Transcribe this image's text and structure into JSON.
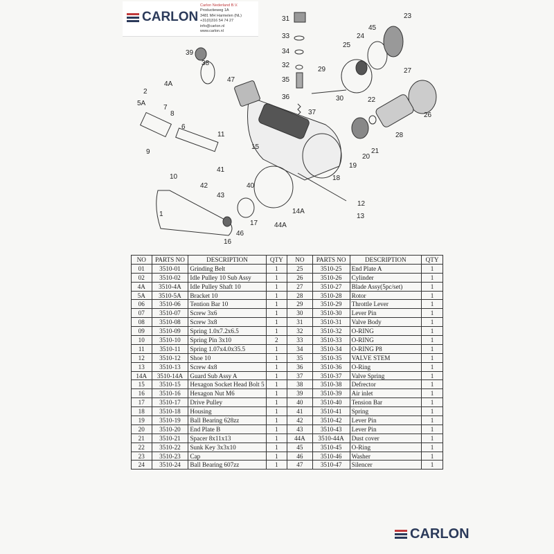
{
  "header": {
    "brand": "CARLON",
    "company": "Carlon Nederland B.V.",
    "address_lines": [
      "Productieweg 1A",
      "3481 MH Harmelen (NL)",
      "+31(0)316 54 74 27",
      "info@carlon.nl",
      "www.carlon.nl"
    ]
  },
  "diagram": {
    "callouts": [
      "31",
      "33",
      "34",
      "32",
      "35",
      "36",
      "37",
      "23",
      "24",
      "45",
      "25",
      "29",
      "27",
      "30",
      "22",
      "26",
      "28",
      "21",
      "20",
      "19",
      "18",
      "39",
      "38",
      "47",
      "2",
      "4A",
      "5A",
      "7",
      "8",
      "6",
      "9",
      "11",
      "15",
      "10",
      "41",
      "42",
      "40",
      "43",
      "1",
      "14A",
      "12",
      "13",
      "44A",
      "17",
      "46",
      "16"
    ]
  },
  "table": {
    "columns": [
      "NO",
      "PARTS NO",
      "DESCRIPTION",
      "QTY"
    ],
    "left": [
      [
        "01",
        "3510-01",
        "Grinding Belt",
        "1"
      ],
      [
        "02",
        "3510-02",
        "Idle Pulley 10 Sub Assy",
        "1"
      ],
      [
        "4A",
        "3510-4A",
        "Idle Pulley Shaft 10",
        "1"
      ],
      [
        "5A",
        "3510-5A",
        "Bracket 10",
        "1"
      ],
      [
        "06",
        "3510-06",
        "Tention Bar 10",
        "1"
      ],
      [
        "07",
        "3510-07",
        "Screw 3x6",
        "1"
      ],
      [
        "08",
        "3510-08",
        "Screw 3x8",
        "1"
      ],
      [
        "09",
        "3510-09",
        "Spring 1.0x7.2x6.5",
        "1"
      ],
      [
        "10",
        "3510-10",
        "Spring Pin 3x10",
        "2"
      ],
      [
        "11",
        "3510-11",
        "Spring 1.07x4.0x35.5",
        "1"
      ],
      [
        "12",
        "3510-12",
        "Shoe 10",
        "1"
      ],
      [
        "13",
        "3510-13",
        "Screw 4x8",
        "1"
      ],
      [
        "14A",
        "3510-14A",
        "Guard Sub Assy A",
        "1"
      ],
      [
        "15",
        "3510-15",
        "Hexagon Socket Head Bolt 5",
        "1"
      ],
      [
        "16",
        "3510-16",
        "Hexagon Nut M6",
        "1"
      ],
      [
        "17",
        "3510-17",
        "Drive Pulley",
        "1"
      ],
      [
        "18",
        "3510-18",
        "Housing",
        "1"
      ],
      [
        "19",
        "3510-19",
        "Ball Bearing 628zz",
        "1"
      ],
      [
        "20",
        "3510-20",
        "End Plate B",
        "1"
      ],
      [
        "21",
        "3510-21",
        "Spacer 8x11x13",
        "1"
      ],
      [
        "22",
        "3510-22",
        "Sunk Key 3x3x10",
        "1"
      ],
      [
        "23",
        "3510-23",
        "Cap",
        "1"
      ],
      [
        "24",
        "3510-24",
        "Ball Bearing 607zz",
        "1"
      ]
    ],
    "right": [
      [
        "25",
        "3510-25",
        "End Plate A",
        "1"
      ],
      [
        "26",
        "3510-26",
        "Cylinder",
        "1"
      ],
      [
        "27",
        "3510-27",
        "Blade Assy(5pc/set)",
        "1"
      ],
      [
        "28",
        "3510-28",
        "Rotor",
        "1"
      ],
      [
        "29",
        "3510-29",
        "Throttle Lever",
        "1"
      ],
      [
        "30",
        "3510-30",
        "Lever Pin",
        "1"
      ],
      [
        "31",
        "3510-31",
        "Valve Body",
        "1"
      ],
      [
        "32",
        "3510-32",
        "O-RING",
        "1"
      ],
      [
        "33",
        "3510-33",
        "O-RING",
        "1"
      ],
      [
        "34",
        "3510-34",
        "O-RING P8",
        "1"
      ],
      [
        "35",
        "3510-35",
        "VALVE STEM",
        "1"
      ],
      [
        "36",
        "3510-36",
        "O-Ring",
        "1"
      ],
      [
        "37",
        "3510-37",
        "Valve Spring",
        "1"
      ],
      [
        "38",
        "3510-38",
        "Defrector",
        "1"
      ],
      [
        "39",
        "3510-39",
        "Air inlet",
        "1"
      ],
      [
        "40",
        "3510-40",
        "Tension Bar",
        "1"
      ],
      [
        "41",
        "3510-41",
        "Spring",
        "1"
      ],
      [
        "42",
        "3510-42",
        "Lever Pin",
        "1"
      ],
      [
        "43",
        "3510-43",
        "Lever Pin",
        "1"
      ],
      [
        "44A",
        "3510-44A",
        "Dust cover",
        "1"
      ],
      [
        "45",
        "3510-45",
        "O-Ring",
        "1"
      ],
      [
        "46",
        "3510-46",
        "Washer",
        "1"
      ],
      [
        "47",
        "3510-47",
        "Silencer",
        "1"
      ]
    ]
  },
  "footer": {
    "brand": "CARLON"
  },
  "colors": {
    "brand_blue": "#2b3a5a",
    "brand_red": "#c0393b"
  }
}
